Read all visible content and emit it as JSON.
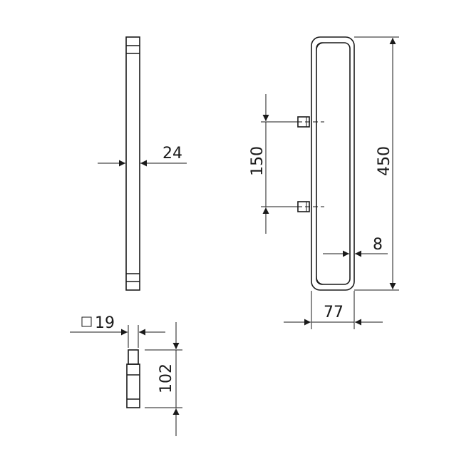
{
  "dimensions": {
    "thickness": "24",
    "spacing": "150",
    "length": "450",
    "depth": "77",
    "wall": "8",
    "post_section_value": "19",
    "post_height": "102"
  },
  "symbols": {
    "post_section": "square-section-symbol"
  }
}
